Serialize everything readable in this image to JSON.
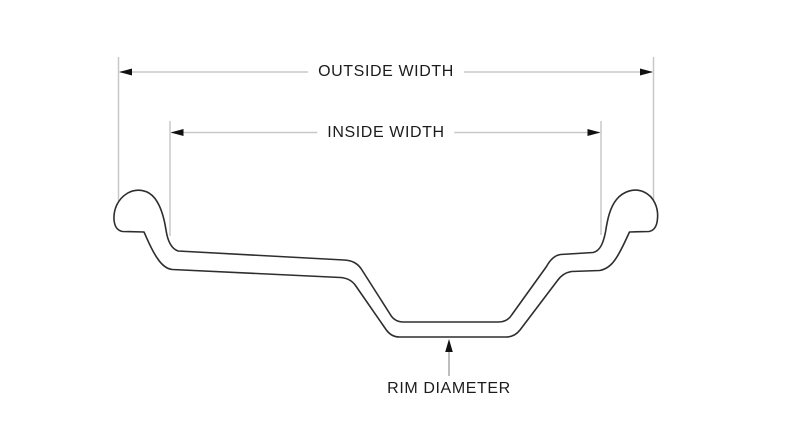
{
  "diagram": {
    "type": "technical-dimension-drawing",
    "subject": "wheel rim cross-section profile",
    "labels": {
      "outside_width": "OUTSIDE WIDTH",
      "inside_width": "INSIDE WIDTH",
      "rim_diameter": "RIM DIAMETER"
    },
    "colors": {
      "background": "#ffffff",
      "profile_line": "#2e2e2e",
      "dimension_line": "#c8c8c8",
      "leader_line": "#9a9a9a",
      "arrow": "#111111",
      "text": "#1c1c1c"
    }
  }
}
